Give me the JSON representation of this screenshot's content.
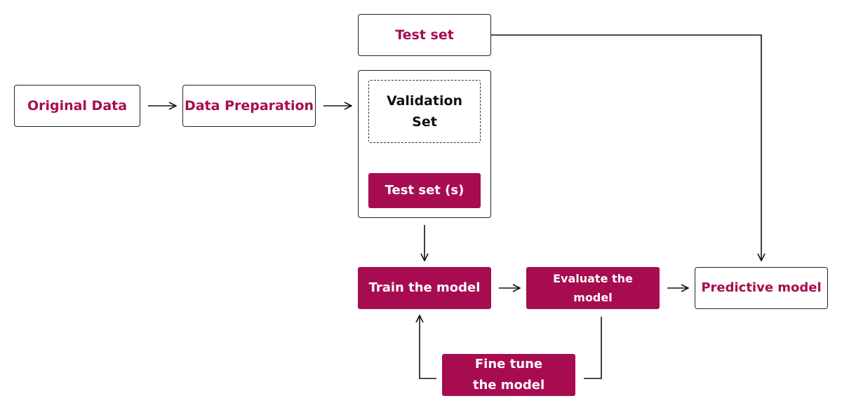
{
  "nodes": {
    "original_data": "Original Data",
    "data_preparation": "Data Preparation",
    "test_set_top": "Test set",
    "validation_set_line1": "Validation",
    "validation_set_line2": "Set",
    "test_sets": "Test set (s)",
    "train_model": "Train the model",
    "evaluate_line1": "Evaluate the",
    "evaluate_line2": "model",
    "predictive_model": "Predictive model",
    "fine_tune_line1": "Fine tune",
    "fine_tune_line2": "the model"
  },
  "colors": {
    "accent": "#a80c50",
    "border": "#222222",
    "arrow": "#111111"
  }
}
